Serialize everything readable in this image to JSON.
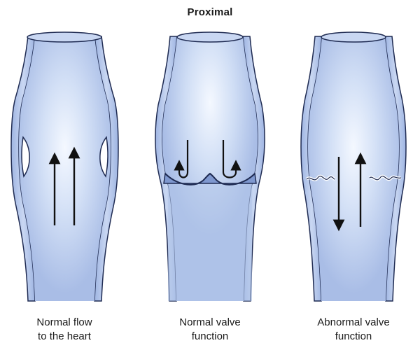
{
  "header": {
    "title": "Proximal"
  },
  "panels": [
    {
      "id": "normal-flow",
      "caption_line1": "Normal flow",
      "caption_line2": "to the heart"
    },
    {
      "id": "normal-valve",
      "caption_line1": "Normal valve",
      "caption_line2": "function"
    },
    {
      "id": "abnormal-valve",
      "caption_line1": "Abnormal valve",
      "caption_line2": "function"
    }
  ],
  "colors": {
    "vein_fill": "#b8c9ec",
    "vein_light": "#e9f0fb",
    "vein_dark": "#8ea7d8",
    "outline": "#1f2b52",
    "arrow": "#111111"
  }
}
